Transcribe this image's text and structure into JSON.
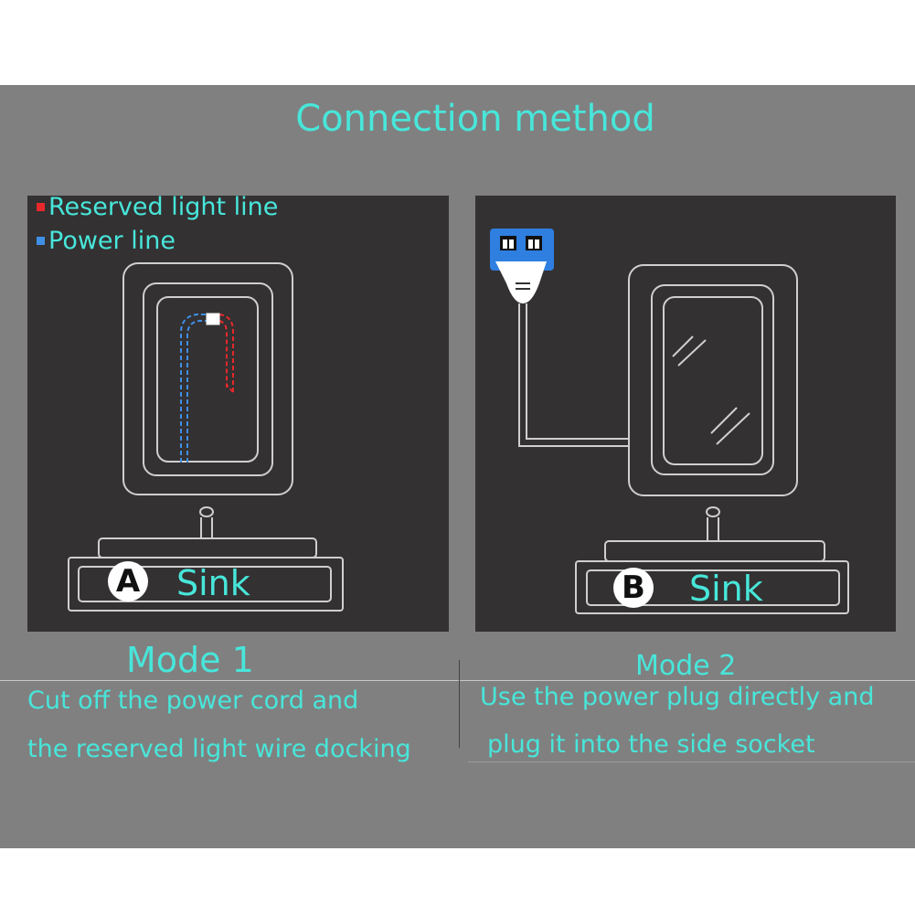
{
  "title": "Connection method",
  "legend": {
    "reserved": {
      "label": "Reserved light line",
      "color": "#e8282a"
    },
    "power": {
      "label": "Power line",
      "color": "#3f8fe6"
    }
  },
  "colors": {
    "accent": "#48e6da",
    "panel_bg": "#333132",
    "band_bg": "#808080",
    "outline": "#cfcfcf",
    "plug_socket": "#2e7fe0"
  },
  "mode1": {
    "badge": "A",
    "sink_label": "Sink",
    "title": "Mode 1",
    "desc_line1": "Cut off the power cord and",
    "desc_line2": "the reserved light wire docking"
  },
  "mode2": {
    "badge": "B",
    "sink_label": "Sink",
    "title": "Mode 2",
    "desc_line1": "Use the power plug directly and",
    "desc_line2": "plug it into the side socket"
  }
}
